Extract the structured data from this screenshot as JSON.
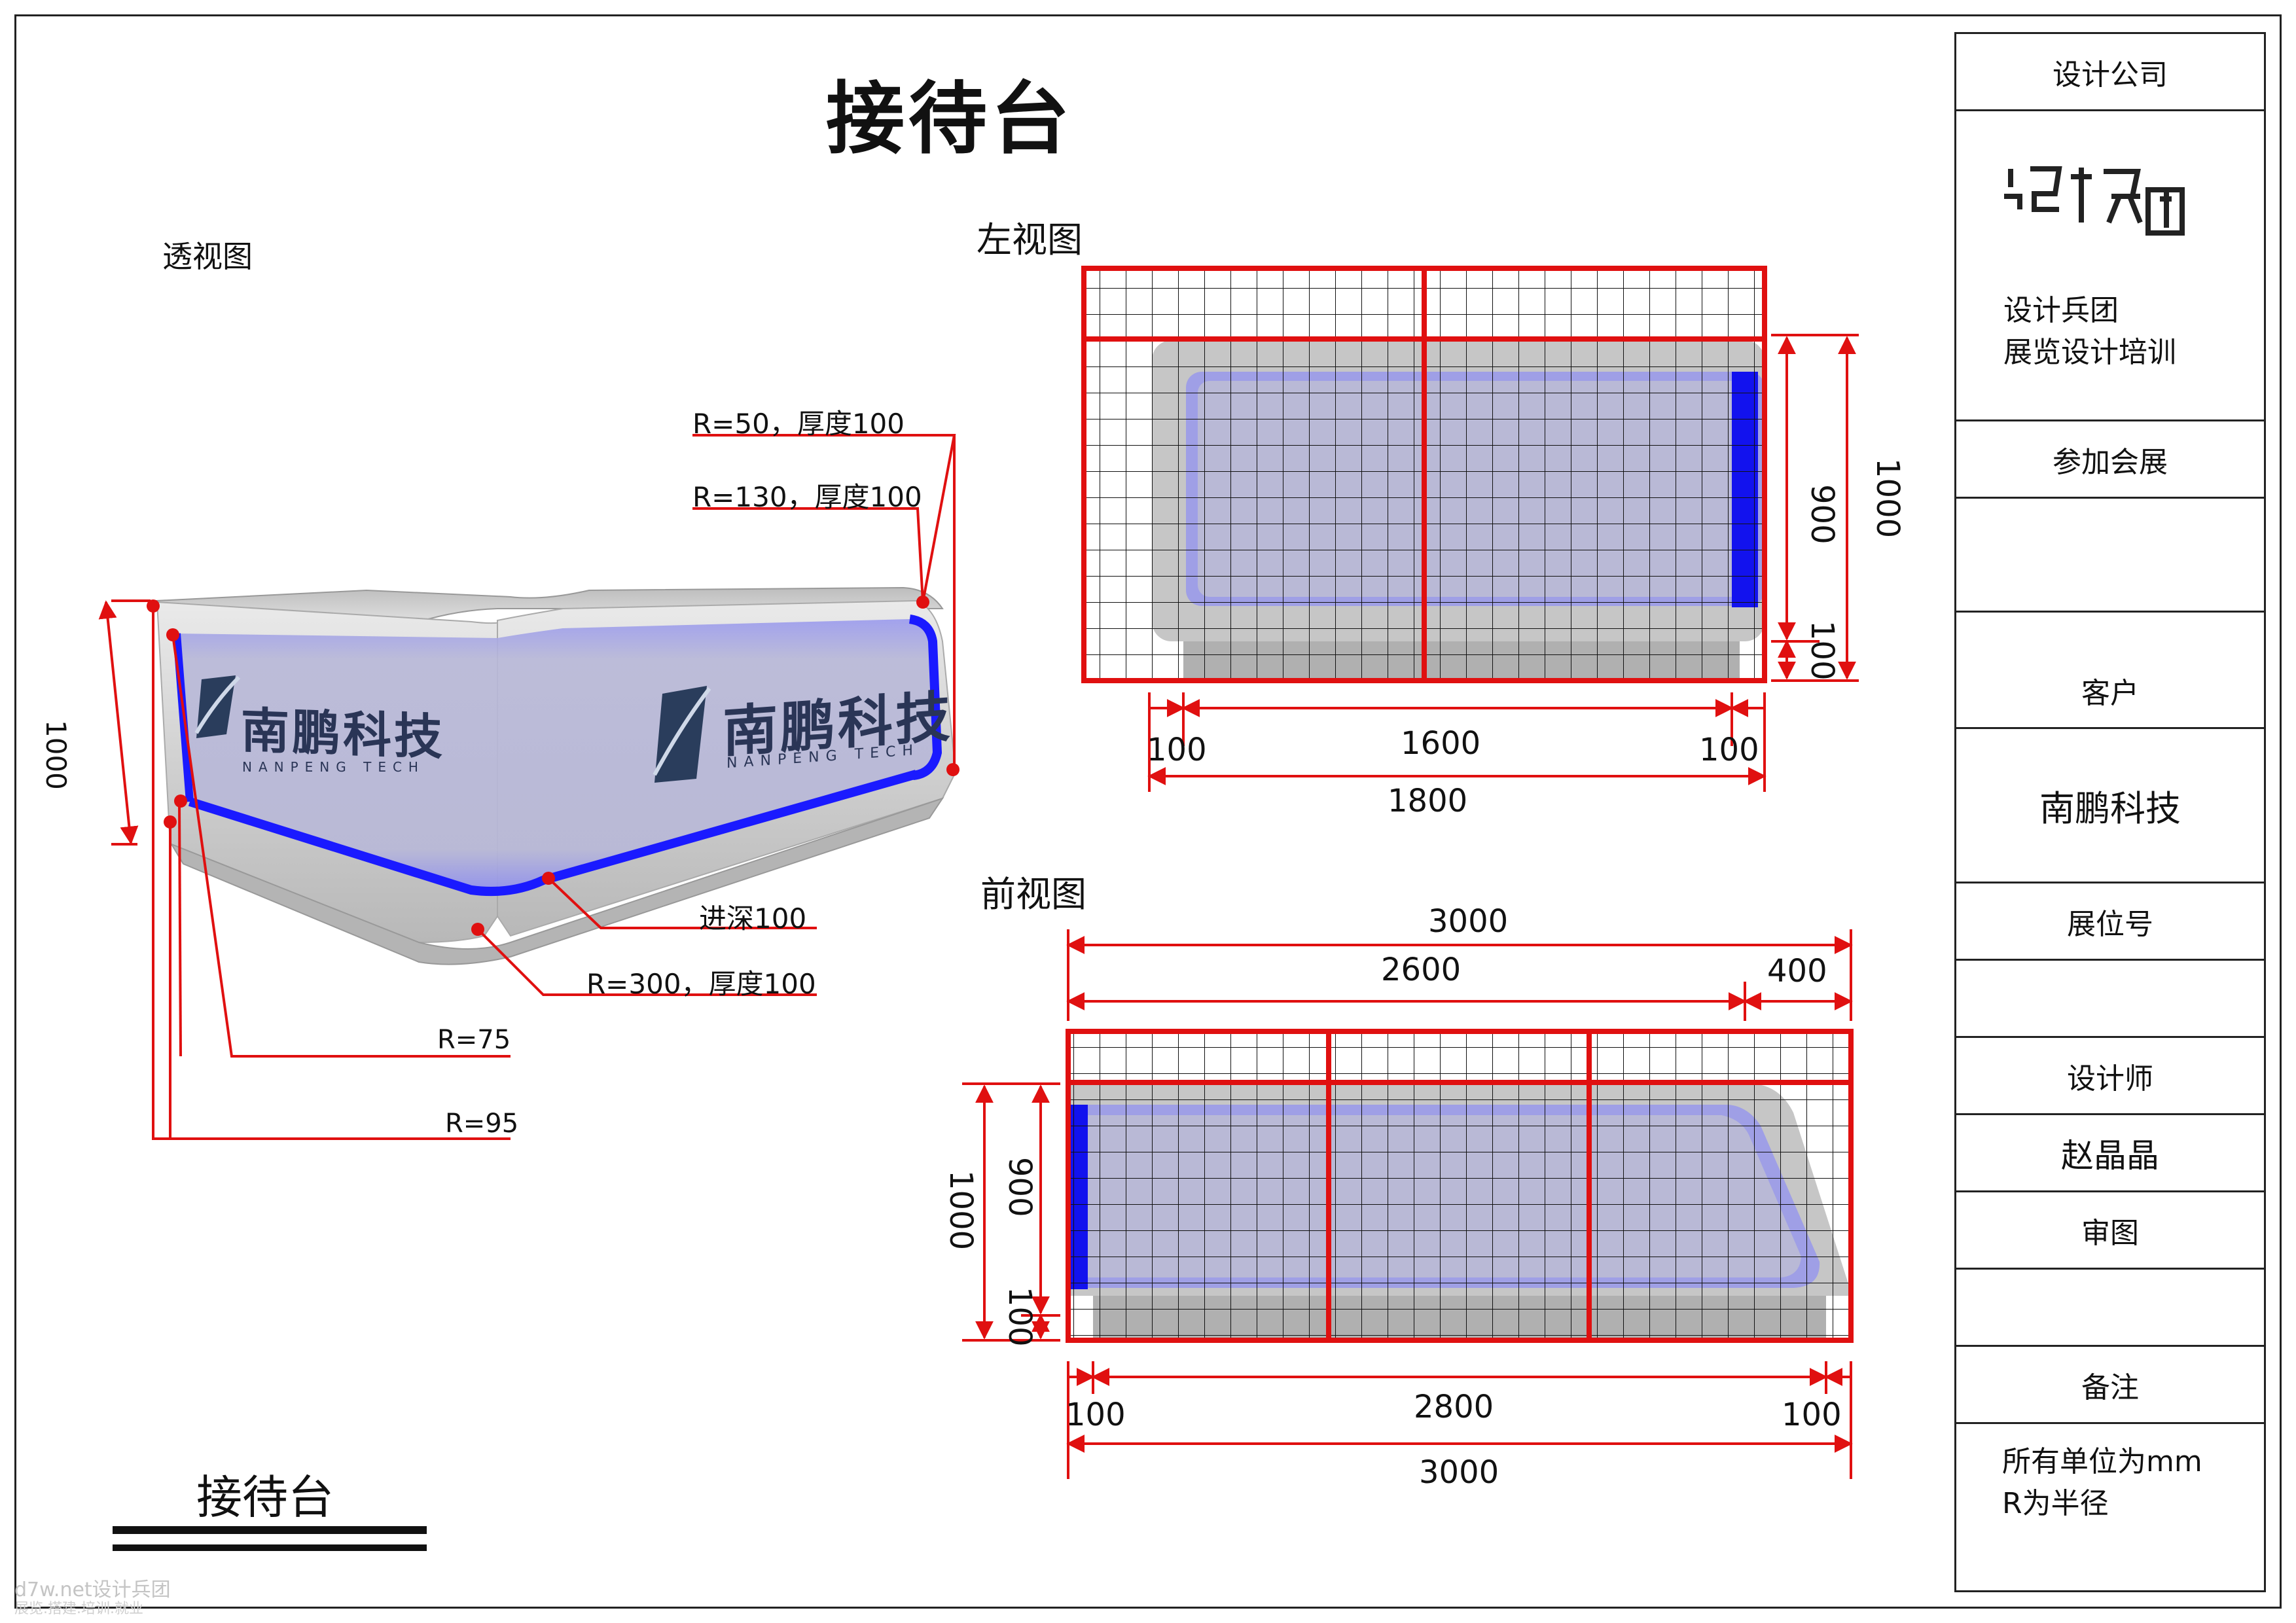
{
  "title": "接待台",
  "views": {
    "perspective": "透视图",
    "left": "左视图",
    "front": "前视图"
  },
  "bottom_title": "接待台",
  "watermark": {
    "line1": "d7w.net设计兵团",
    "line2": "展览.搭建.培训.就业"
  },
  "logo": {
    "brand_text": "南鹏科技",
    "brand_sub": "NANPENG TECH"
  },
  "annotations": {
    "r50": "R=50，厚度100",
    "r130": "R=130，厚度100",
    "depth": "进深100",
    "r300": "R=300，厚度100",
    "r75": "R=75",
    "r95": "R=95",
    "height_1000": "1000"
  },
  "left_view_dims": {
    "d100a": "100",
    "d1600": "1600",
    "d100b": "100",
    "d1800": "1800",
    "d900": "900",
    "d1000": "1000",
    "d100c": "100"
  },
  "front_view_dims": {
    "d3000_top": "3000",
    "d2600": "2600",
    "d400": "400",
    "d900": "900",
    "d1000": "1000",
    "d100v": "100",
    "d100a": "100",
    "d2800": "2800",
    "d100b": "100",
    "d3000_bottom": "3000"
  },
  "title_block": {
    "design_company_label": "设计公司",
    "company_logo_text": "设计兵团",
    "company_desc": "设计兵团\n展览设计培训",
    "exhibition_label": "参加会展",
    "exhibition_value": "",
    "client_label": "客户",
    "client_value": "南鹏科技",
    "booth_label": "展位号",
    "booth_value": "",
    "designer_label": "设计师",
    "designer_value": "赵晶晶",
    "review_label": "审图",
    "review_value": "",
    "remarks_label": "备注",
    "remarks_value": "所有单位为mm\nR为半径"
  },
  "colors": {
    "dimension": "#e01010",
    "led": "#1a1aff",
    "body": "#c9cacc"
  }
}
